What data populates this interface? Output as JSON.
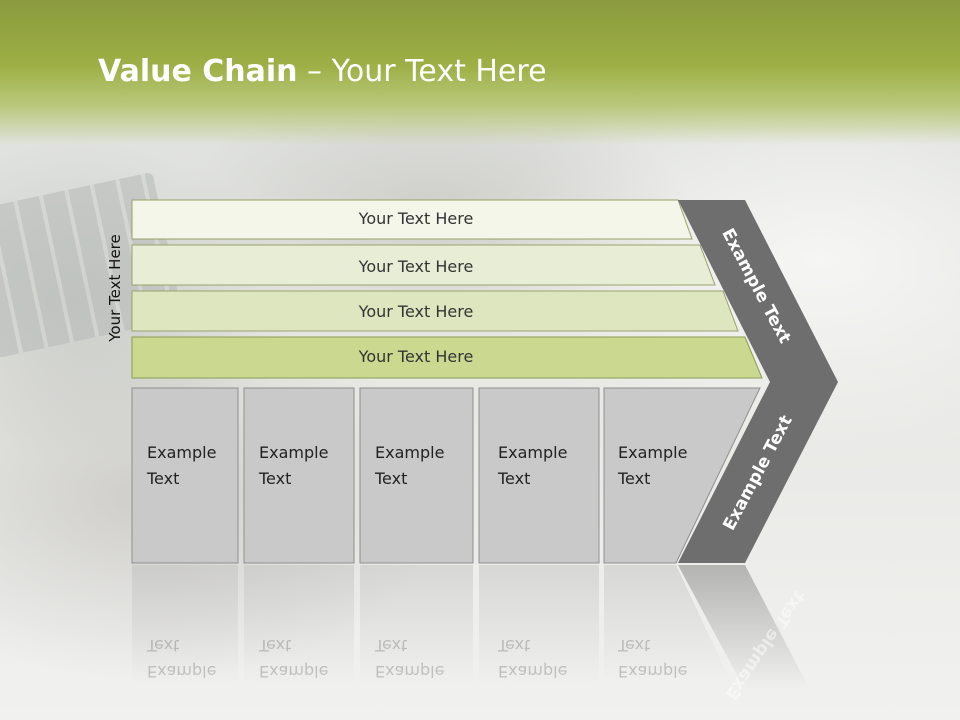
{
  "title": {
    "bold": "Value Chain",
    "rest": " – Your Text Here"
  },
  "side_label": "Your Text Here",
  "bars": [
    {
      "label": "Your Text Here"
    },
    {
      "label": "Your Text Here"
    },
    {
      "label": "Your Text Here"
    },
    {
      "label": "Your Text Here"
    }
  ],
  "boxes": [
    {
      "label": "Example\nText"
    },
    {
      "label": "Example\nText"
    },
    {
      "label": "Example\nText"
    },
    {
      "label": "Example\nText"
    },
    {
      "label": "Example\nText"
    }
  ],
  "chevron": {
    "top_label": "Example Text",
    "bottom_label": "Example Text"
  },
  "colors": {
    "header_green": "#9daf45",
    "bar_fills": [
      "#f3f6e9",
      "#e8eed6",
      "#dde6bf",
      "#cad98f"
    ],
    "box_fill": "#c9c9c9",
    "chevron_fill": "#6e6e6e"
  }
}
